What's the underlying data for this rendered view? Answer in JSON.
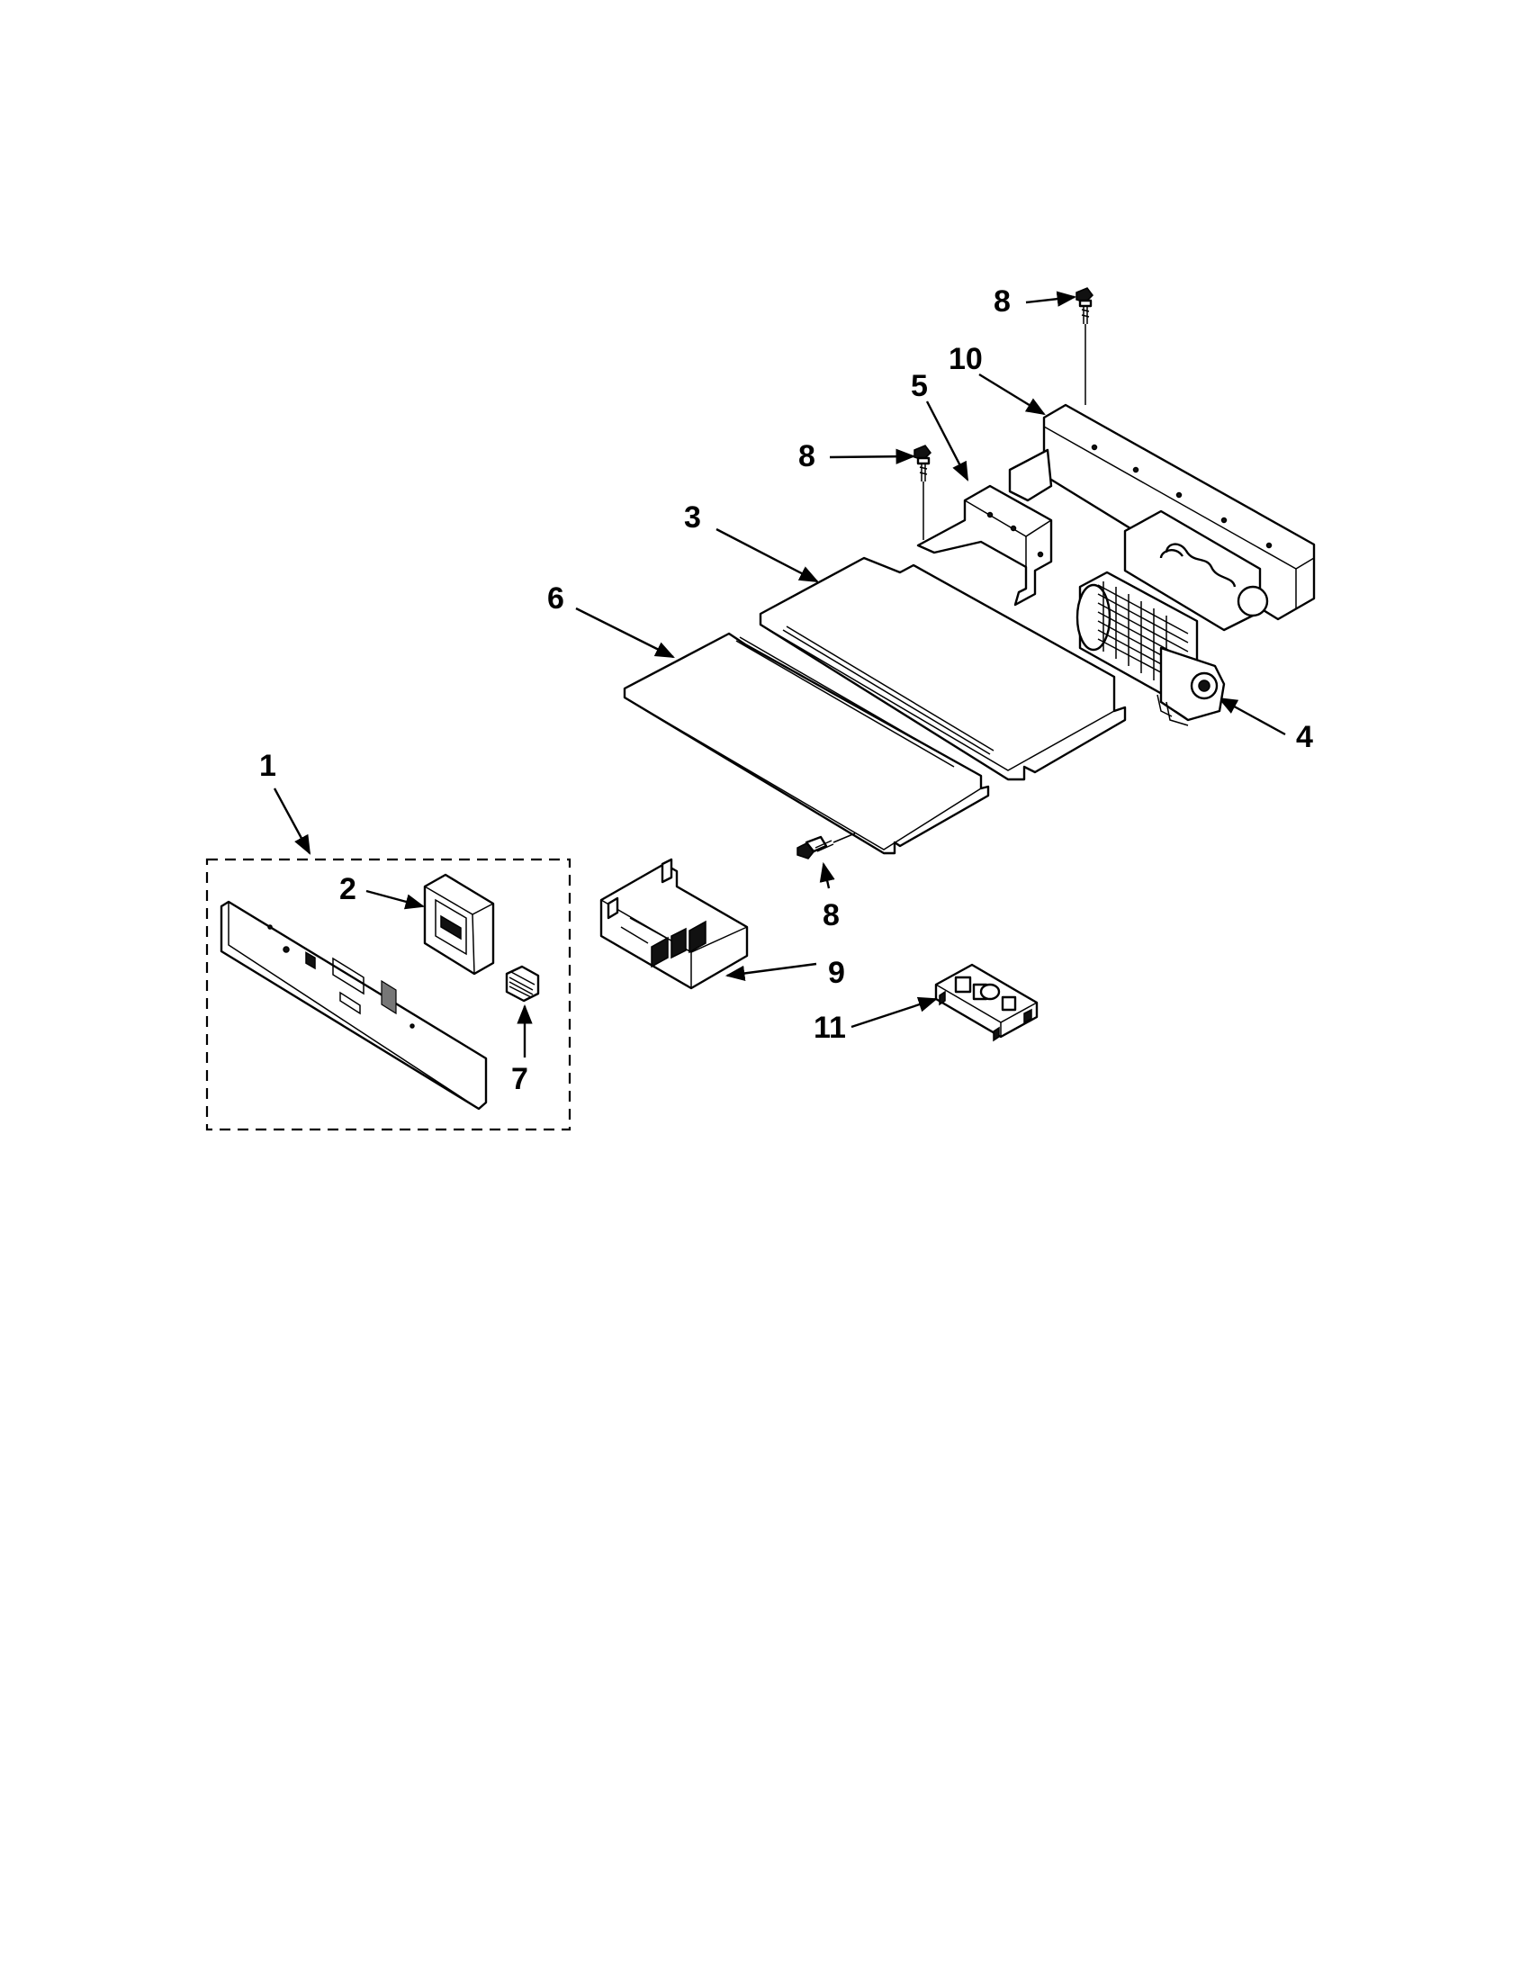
{
  "diagram": {
    "callouts": [
      {
        "id": "c1",
        "label": "1"
      },
      {
        "id": "c2",
        "label": "2"
      },
      {
        "id": "c3",
        "label": "3"
      },
      {
        "id": "c4",
        "label": "4"
      },
      {
        "id": "c5",
        "label": "5"
      },
      {
        "id": "c6",
        "label": "6"
      },
      {
        "id": "c7",
        "label": "7"
      },
      {
        "id": "c8a",
        "label": "8"
      },
      {
        "id": "c8b",
        "label": "8"
      },
      {
        "id": "c8c",
        "label": "8"
      },
      {
        "id": "c9",
        "label": "9"
      },
      {
        "id": "c10",
        "label": "10"
      },
      {
        "id": "c11",
        "label": "11"
      }
    ],
    "parts": [
      {
        "callout": "1",
        "icon": "control-panel-assembly-icon"
      },
      {
        "callout": "2",
        "icon": "circuit-board-bracket-icon"
      },
      {
        "callout": "3",
        "icon": "upper-panel-icon"
      },
      {
        "callout": "4",
        "icon": "cooling-fan-icon"
      },
      {
        "callout": "5",
        "icon": "bracket-icon"
      },
      {
        "callout": "6",
        "icon": "lower-panel-icon"
      },
      {
        "callout": "7",
        "icon": "keypad-connector-icon"
      },
      {
        "callout": "8",
        "icon": "screw-icon"
      },
      {
        "callout": "9",
        "icon": "terminal-block-housing-icon"
      },
      {
        "callout": "10",
        "icon": "mounting-rail-icon"
      },
      {
        "callout": "11",
        "icon": "power-supply-board-icon"
      }
    ]
  }
}
